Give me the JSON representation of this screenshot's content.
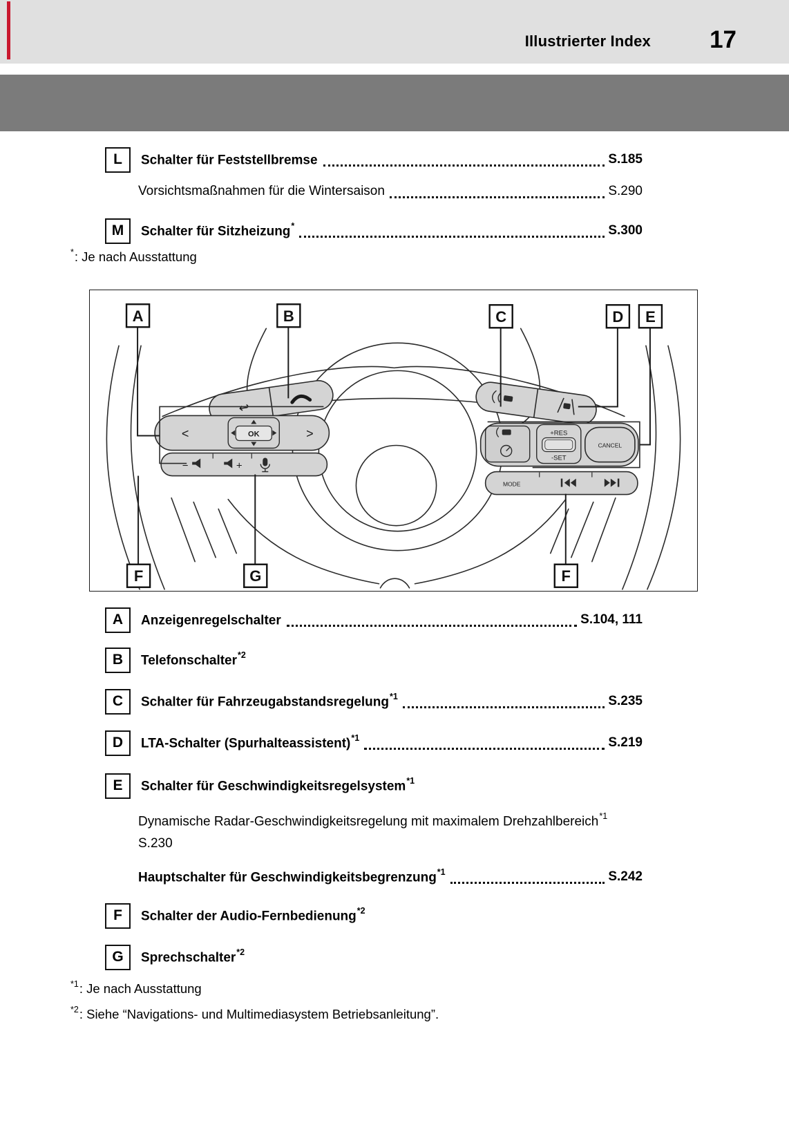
{
  "header": {
    "title": "Illustrierter Index",
    "page_number": "17",
    "bg": "#e0e0e0",
    "accent_color": "#c9182f",
    "band_color": "#7b7b7b"
  },
  "top_index": {
    "items": [
      {
        "letter": "L",
        "label": "Schalter für Feststellbremse",
        "sup": "",
        "page": "S.185"
      },
      {
        "letter": "",
        "label": "Vorsichtsmaßnahmen für die Wintersaison",
        "sup": "",
        "page": "S.290"
      },
      {
        "letter": "M",
        "label": "Schalter für Sitzheizung",
        "sup": "*",
        "page": "S.300"
      }
    ],
    "footnote": {
      "marker": "*",
      "text": ": Je nach Ausstattung"
    }
  },
  "diagram": {
    "callouts": {
      "a": "A",
      "b": "B",
      "c": "C",
      "d": "D",
      "e": "E",
      "f1": "F",
      "g": "G",
      "f2": "F"
    },
    "buttons": {
      "ok": "OK",
      "dpad_left": "<",
      "dpad_right": ">",
      "res": "+RES",
      "set": "-SET",
      "cancel": "CANCEL",
      "mode": "MODE"
    }
  },
  "main_index": {
    "items": [
      {
        "letter": "A",
        "label": "Anzeigenregelschalter",
        "sup": "",
        "page": "S.104, 111"
      },
      {
        "letter": "B",
        "label": "Telefonschalter",
        "sup": "*2",
        "page": ""
      },
      {
        "letter": "C",
        "label": "Schalter für Fahrzeugabstandsregelung",
        "sup": "*1",
        "page": "S.235"
      },
      {
        "letter": "D",
        "label": "LTA-Schalter (Spurhalteassistent)",
        "sup": "*1",
        "page": "S.219"
      },
      {
        "letter": "E",
        "label": "Schalter für Geschwindigkeitsregelsystem",
        "sup": "*1",
        "page": ""
      }
    ],
    "e_paragraph": {
      "text": "Dynamische Radar-Geschwindigkeitsregelung mit maximalem Drehzahlbereich",
      "sup": "*1",
      "page_line": "S.230"
    },
    "e_sub_item": {
      "label": "Hauptschalter für Geschwindigkeitsbegrenzung",
      "sup": "*1",
      "page": "S.242"
    },
    "items2": [
      {
        "letter": "F",
        "label": "Schalter der Audio-Fernbedienung",
        "sup": "*2"
      },
      {
        "letter": "G",
        "label": "Sprechschalter",
        "sup": "*2"
      }
    ],
    "footnotes": [
      {
        "marker": "*1",
        "text": ": Je nach Ausstattung"
      },
      {
        "marker": "*2",
        "text": ": Siehe “Navigations- und Multimediasystem Betriebsanleitung”."
      }
    ]
  }
}
